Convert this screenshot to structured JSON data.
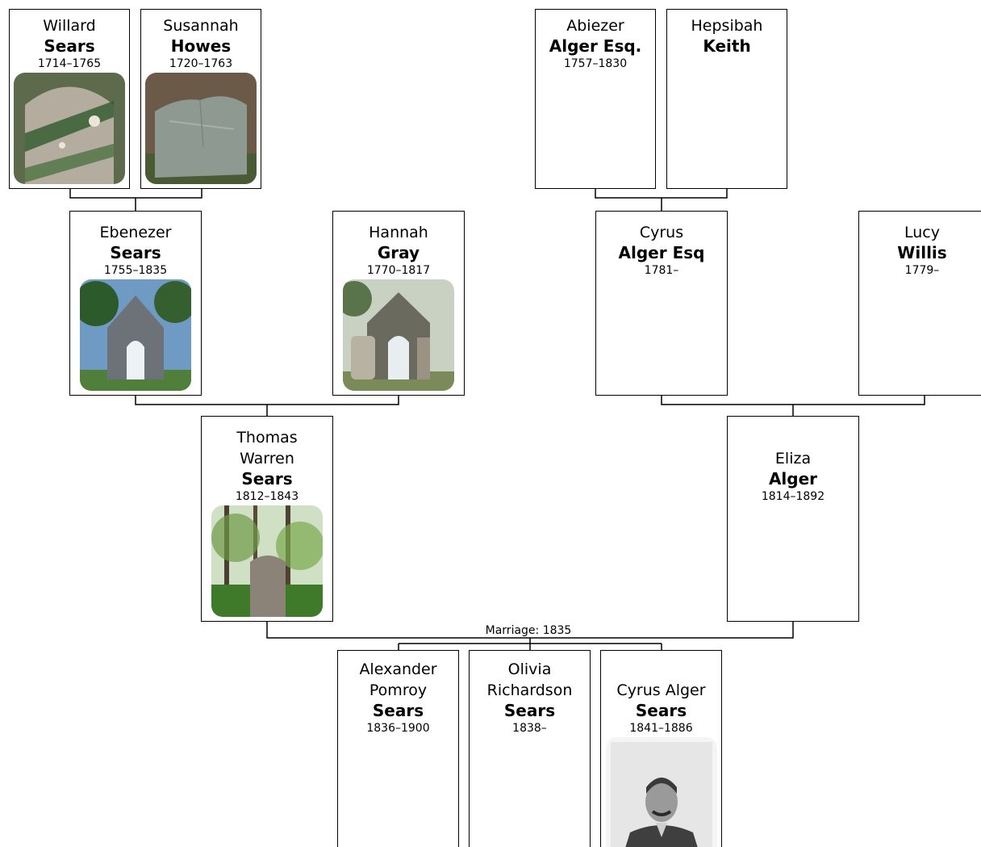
{
  "people": {
    "willard_sears": {
      "given": "Willard",
      "surname": "Sears",
      "dates": "1714–1765"
    },
    "susannah_howes": {
      "given": "Susannah",
      "surname": "Howes",
      "dates": "1720–1763"
    },
    "abiezer_alger": {
      "given": "Abiezer",
      "surname": "Alger Esq.",
      "dates": "1757–1830"
    },
    "hepsibah_keith": {
      "given": "Hepsibah",
      "surname": "Keith",
      "dates": ""
    },
    "ebenezer_sears": {
      "given": "Ebenezer",
      "surname": "Sears",
      "dates": "1755–1835"
    },
    "hannah_gray": {
      "given": "Hannah",
      "surname": "Gray",
      "dates": "1770–1817"
    },
    "cyrus_alger": {
      "given": "Cyrus",
      "surname": "Alger Esq",
      "dates": "1781–"
    },
    "lucy_willis": {
      "given": "Lucy",
      "surname": "Willis",
      "dates": "1779–"
    },
    "thomas_sears": {
      "given_line1": "Thomas",
      "given_line2": "Warren",
      "surname": "Sears",
      "dates": "1812–1843"
    },
    "eliza_alger": {
      "given": "Eliza",
      "surname": "Alger",
      "dates": "1814–1892"
    },
    "alexander_sears": {
      "given_line1": "Alexander",
      "given_line2": "Pomroy",
      "surname": "Sears",
      "dates": "1836–1900"
    },
    "olivia_sears": {
      "given_line1": "Olivia",
      "given_line2": "Richardson",
      "surname": "Sears",
      "dates": "1838–"
    },
    "cyrus_alger_sears": {
      "given": "Cyrus Alger",
      "surname": "Sears",
      "dates": "1841–1886"
    }
  },
  "marriage_label": "Marriage: 1835"
}
